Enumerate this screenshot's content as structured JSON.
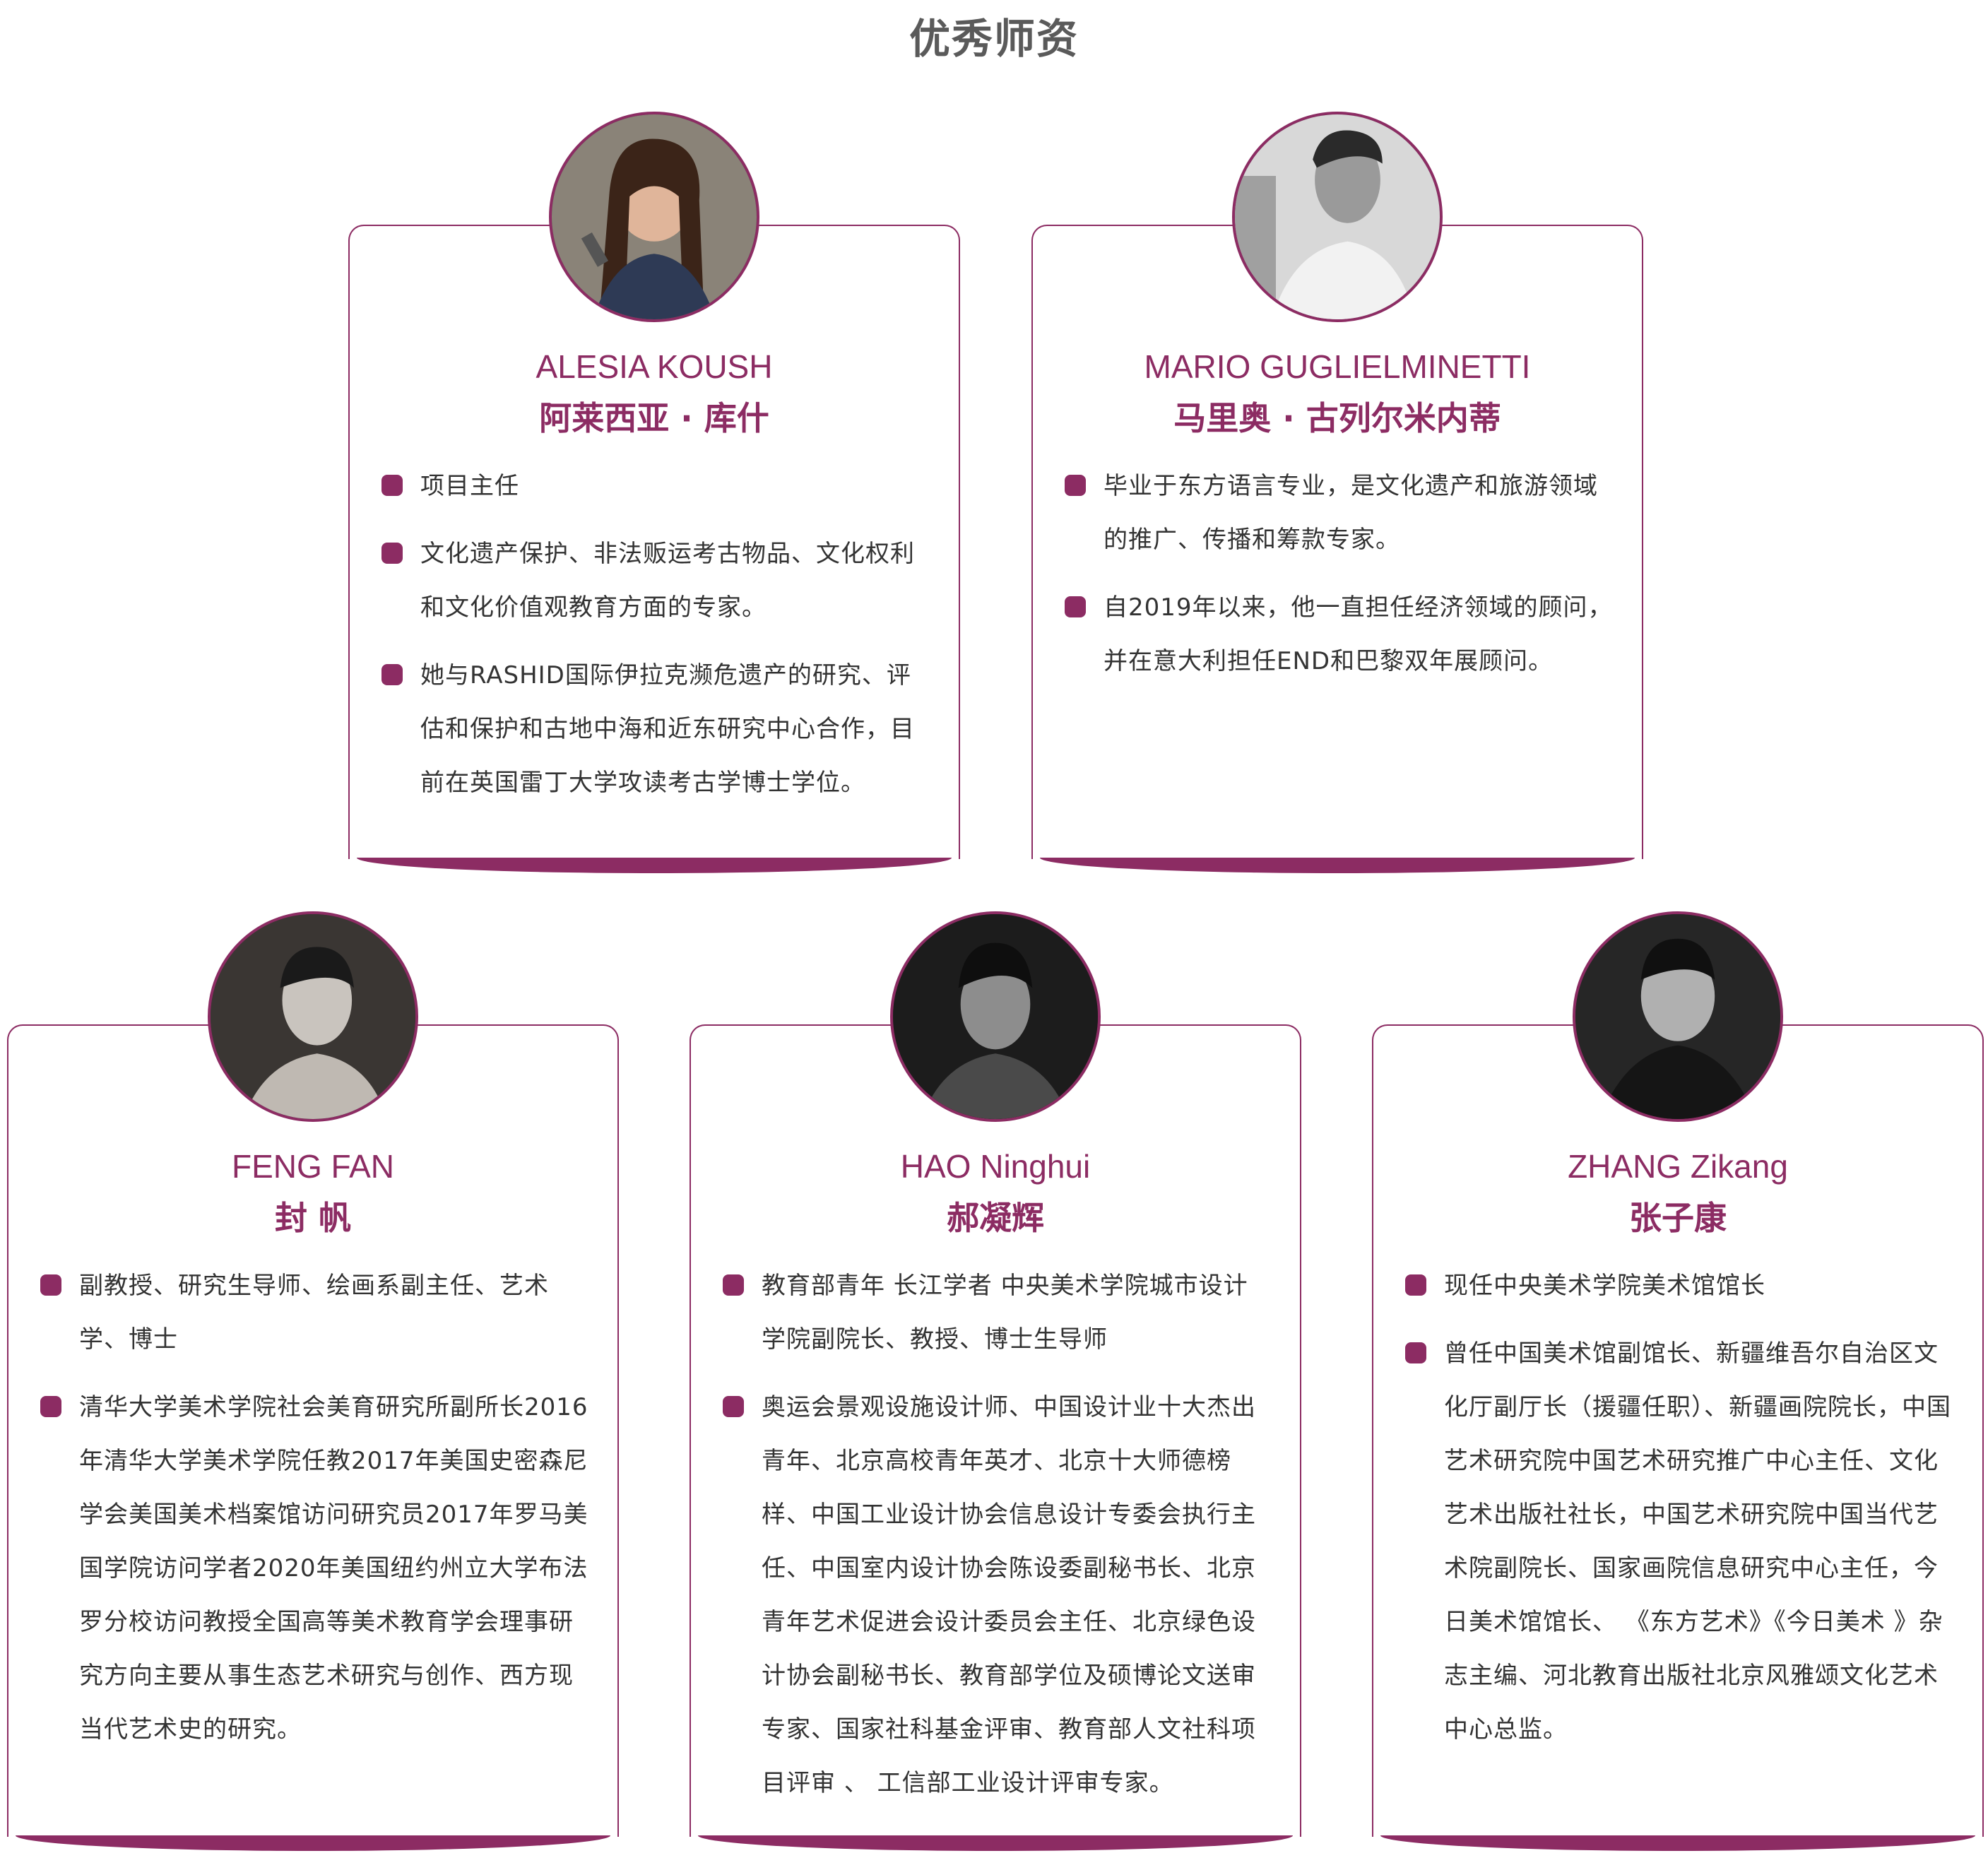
{
  "page": {
    "title": "优秀师资"
  },
  "teachers": [
    {
      "name_en": "ALESIA KOUSH",
      "name_cn": "阿莱西亚 · 库什",
      "bullets": [
        "项目主任",
        "文化遗产保护、非法贩运考古物品、文化权利和文化价值观教育方面的专家。",
        "她与RASHID国际伊拉克濒危遗产的研究、评估和保护和古地中海和近东研究中心合作，目前在英国雷丁大学攻读考古学博士学位。"
      ]
    },
    {
      "name_en": "MARIO GUGLIELMINETTI",
      "name_cn": "马里奥 · 古列尔米内蒂",
      "bullets": [
        "毕业于东方语言专业，是文化遗产和旅游领域的推广、传播和筹款专家。",
        "自2019年以来，他一直担任经济领域的顾问，并在意大利担任END和巴黎双年展顾问。"
      ]
    },
    {
      "name_en": "FENG FAN",
      "name_cn": "封  帆",
      "bullets": [
        "副教授、研究生导师、绘画系副主任、艺术学、博士",
        "清华大学美术学院社会美育研究所副所长2016年清华大学美术学院任教2017年美国史密森尼学会美国美术档案馆访问研究员2017年罗马美国学院访问学者2020年美国纽约州立大学布法罗分校访问教授全国高等美术教育学会理事研究方向主要从事生态艺术研究与创作、西方现当代艺术史的研究。"
      ]
    },
    {
      "name_en": "HAO Ninghui",
      "name_cn": "郝凝辉",
      "bullets": [
        "教育部青年 长江学者 中央美术学院城市设计学院副院长、教授、博士生导师",
        "奥运会景观设施设计师、中国设计业十大杰出青年、北京高校青年英才、北京十大师德榜样、中国工业设计协会信息设计专委会执行主任、中国室内设计协会陈设委副秘书长、北京青年艺术促进会设计委员会主任、北京绿色设计协会副秘书长、教育部学位及硕博论文送审专家、国家社科基金评审、教育部人文社科项目评审 、 工信部工业设计评审专家。"
      ]
    },
    {
      "name_en": "ZHANG Zikang",
      "name_cn": "张子康",
      "bullets": [
        "现任中央美术学院美术馆馆长",
        "曾任中国美术馆副馆长、新疆维吾尔自治区文化厅副厅长（援疆任职）、新疆画院院长，中国艺术研究院中国艺术研究推广中心主任、文化艺术出版社社长，中国艺术研究院中国当代艺术院副院长、国家画院信息研究中心主任，今日美术馆馆长、 《东方艺术》《今日美术 》杂志主编、河北教育出版社北京风雅颂文化艺术中心总监。"
      ]
    }
  ]
}
